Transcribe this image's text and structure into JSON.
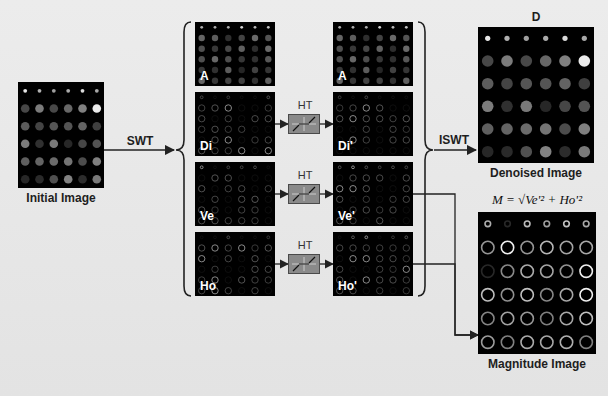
{
  "diagram": {
    "nodes": [
      {
        "text": [
          "Initial Image"
        ]
      },
      {
        "text": [
          "A"
        ]
      },
      {
        "text": [
          "Di"
        ]
      },
      {
        "text": [
          "Ve"
        ]
      },
      {
        "text": [
          "Ho"
        ]
      },
      {
        "text": [
          "HT"
        ]
      },
      {
        "text": [
          "HT"
        ]
      },
      {
        "text": [
          "HT"
        ]
      },
      {
        "text": [
          "A"
        ]
      },
      {
        "text": [
          "Di'"
        ]
      },
      {
        "text": [
          "Ve'"
        ]
      },
      {
        "text": [
          "Ho'"
        ]
      },
      {
        "text": [
          "D",
          "Denoised Image"
        ]
      },
      {
        "text": [
          "M = √Ve'² + Ho'²",
          "Magnitude Image"
        ]
      }
    ],
    "edges": [
      {
        "from": 2,
        "to": 5,
        "arrow": "to"
      },
      {
        "from": 5,
        "to": 9,
        "arrow": "to"
      },
      {
        "from": 3,
        "to": 6,
        "arrow": "to"
      },
      {
        "from": 6,
        "to": 10,
        "arrow": "to"
      },
      {
        "from": 4,
        "to": 7,
        "arrow": "to"
      },
      {
        "from": 7,
        "to": 11,
        "arrow": "to"
      },
      {
        "from": 10,
        "to": 13,
        "arrow": "to"
      },
      {
        "from": 11,
        "to": 13,
        "arrow": "to"
      }
    ],
    "labels": [
      "SWT",
      "ISWT"
    ]
  }
}
